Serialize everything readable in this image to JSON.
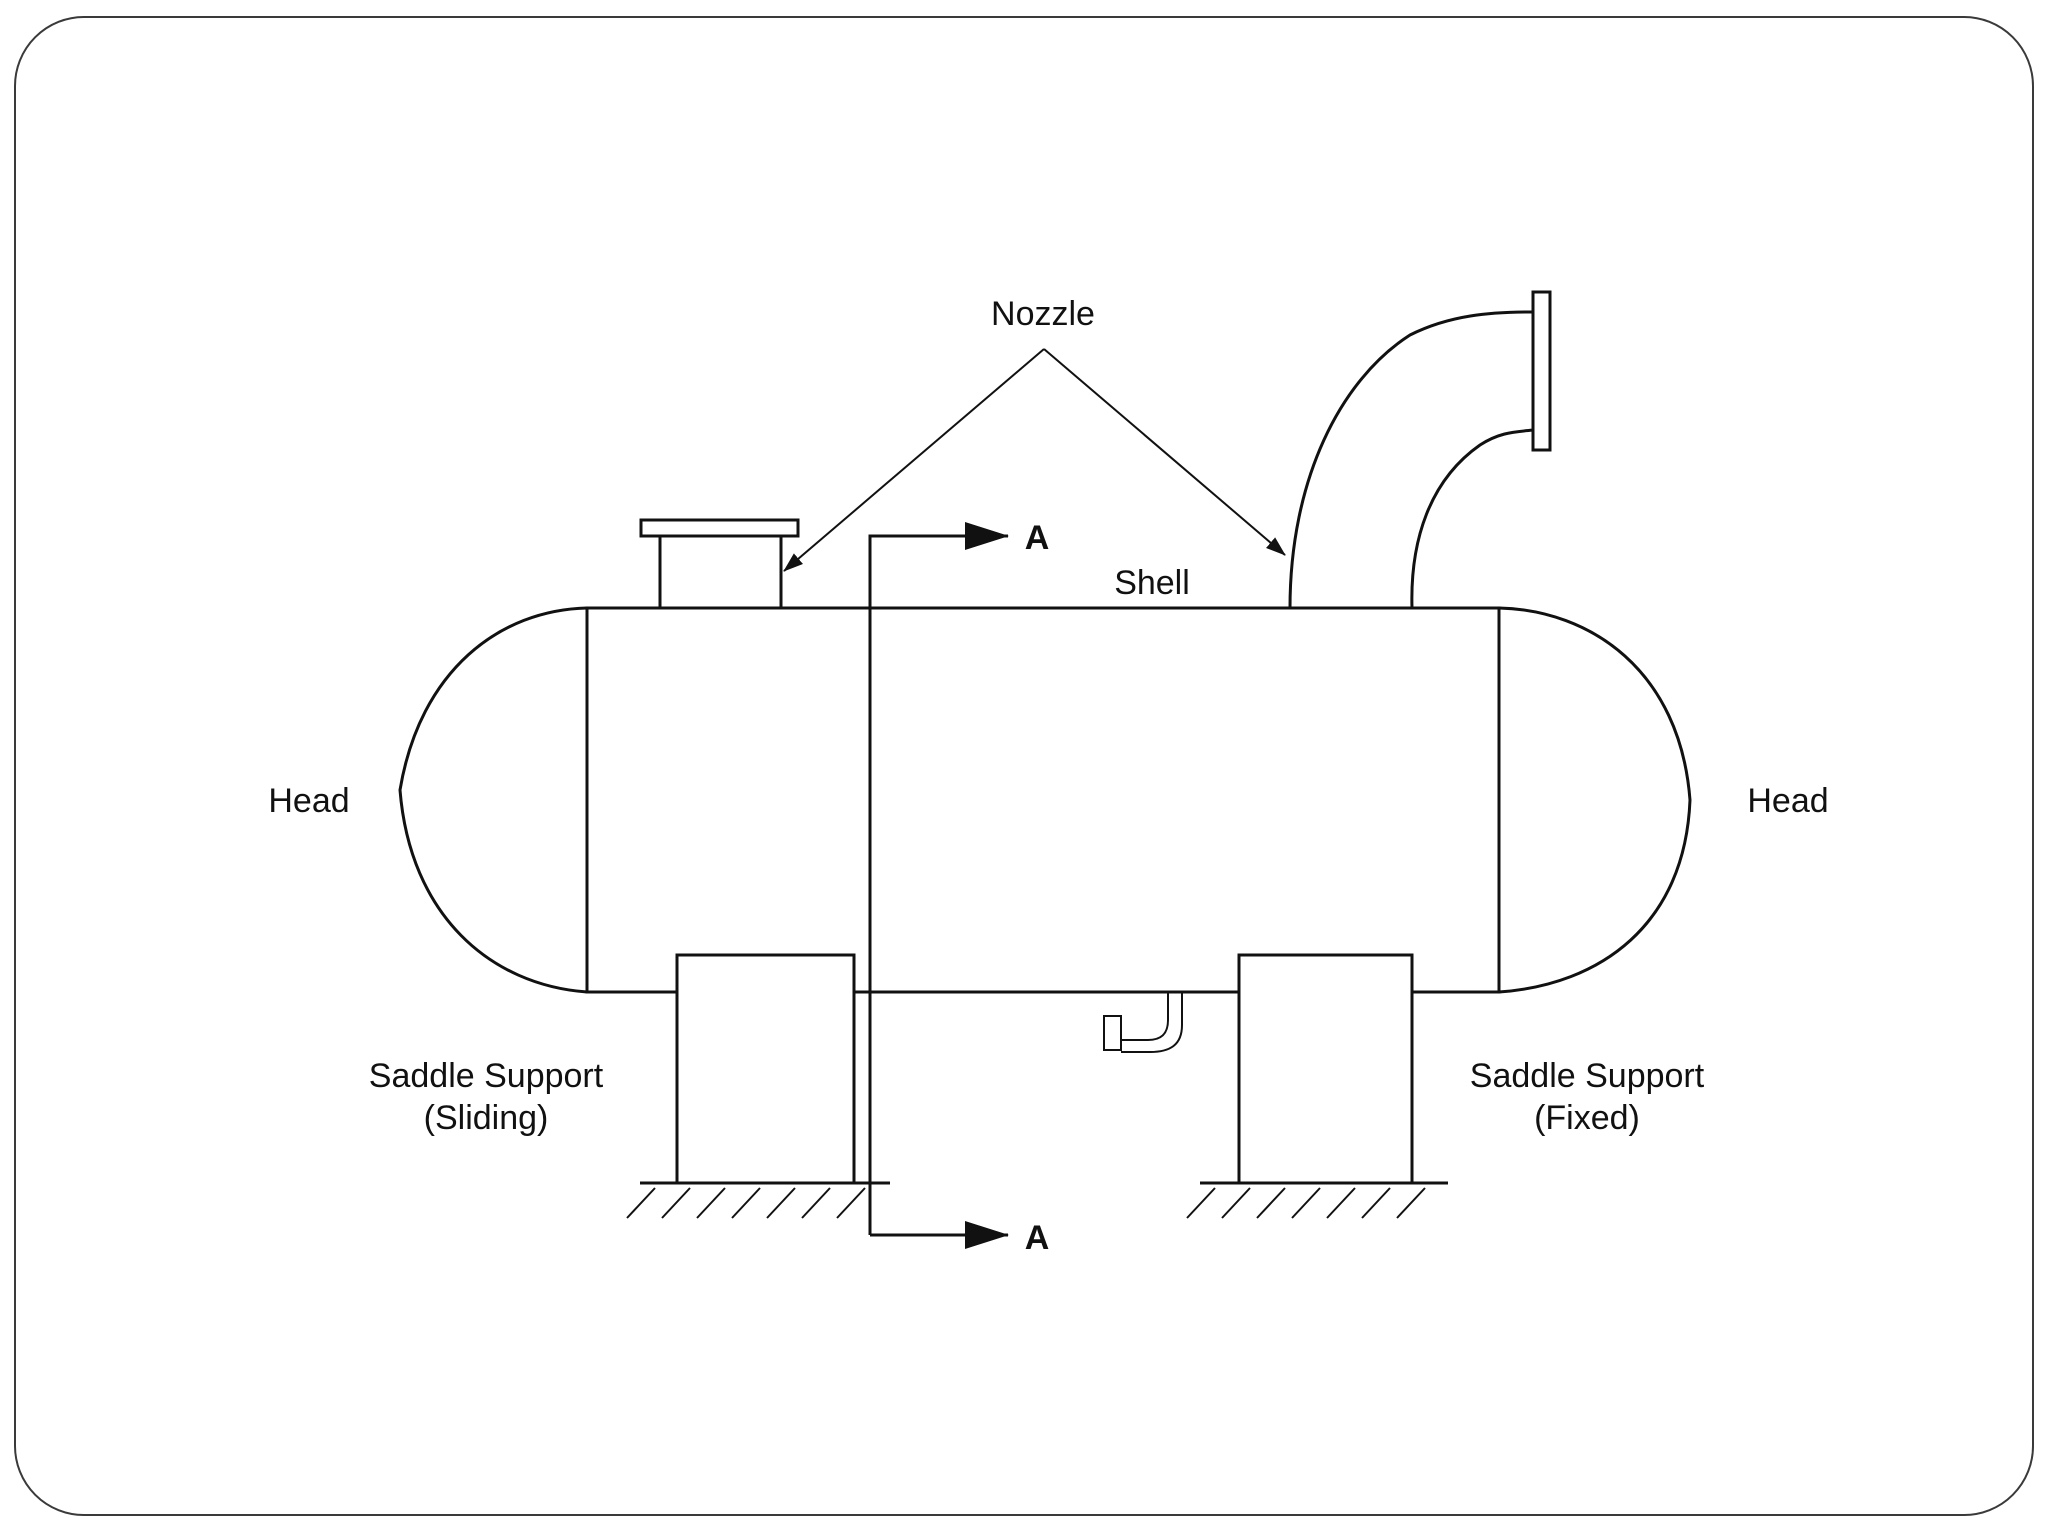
{
  "diagram": {
    "labels": {
      "nozzle": "Nozzle",
      "shell": "Shell",
      "head_left": "Head",
      "head_right": "Head",
      "saddle_left_line1": "Saddle Support",
      "saddle_left_line2": "(Sliding)",
      "saddle_right_line1": "Saddle Support",
      "saddle_right_line2": "(Fixed)",
      "section_top": "A",
      "section_bottom": "A"
    },
    "colors": {
      "line": "#111111",
      "background": "#ffffff",
      "frame": "#3a3a3a"
    }
  }
}
